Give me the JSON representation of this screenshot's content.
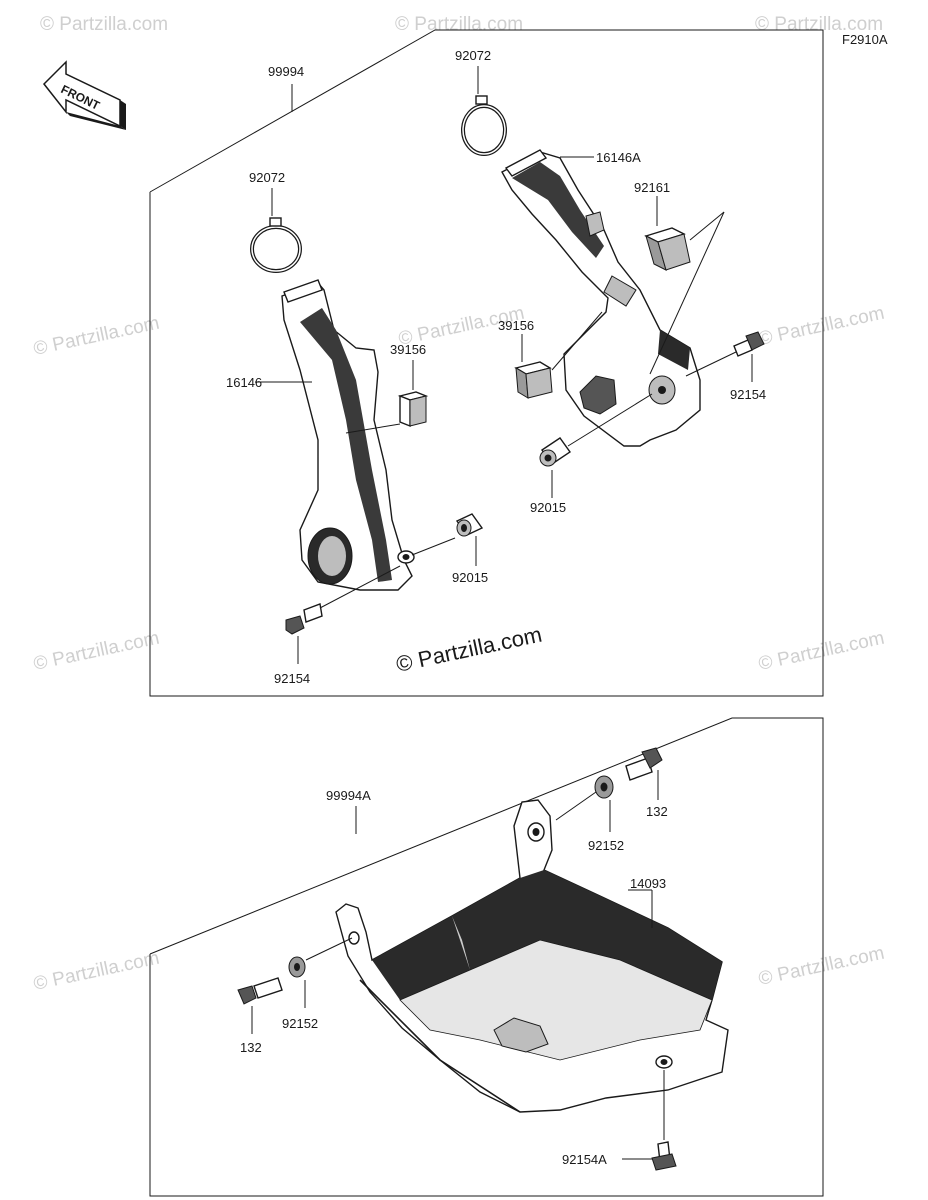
{
  "figure_code": "F2910A",
  "front_arrow_label": "FRONT",
  "watermark": "© Partzilla.com",
  "watermark_small": "© Partzilla.com",
  "top_group": {
    "assembly": "99994",
    "band_left": "92072",
    "band_right": "92072",
    "cover_left": "16146",
    "cover_right": "16146A",
    "pad_left": "39156",
    "pad_right": "39156",
    "pad_right_top": "92161",
    "collar_left": "92015",
    "collar_right": "92015",
    "bolt_left": "92154",
    "bolt_right": "92154"
  },
  "bottom_group": {
    "assembly": "99994A",
    "guard": "14093",
    "bolt_right": "132",
    "washer_right": "92152",
    "bolt_left": "132",
    "washer_left": "92152",
    "bolt_bottom": "92154A"
  }
}
